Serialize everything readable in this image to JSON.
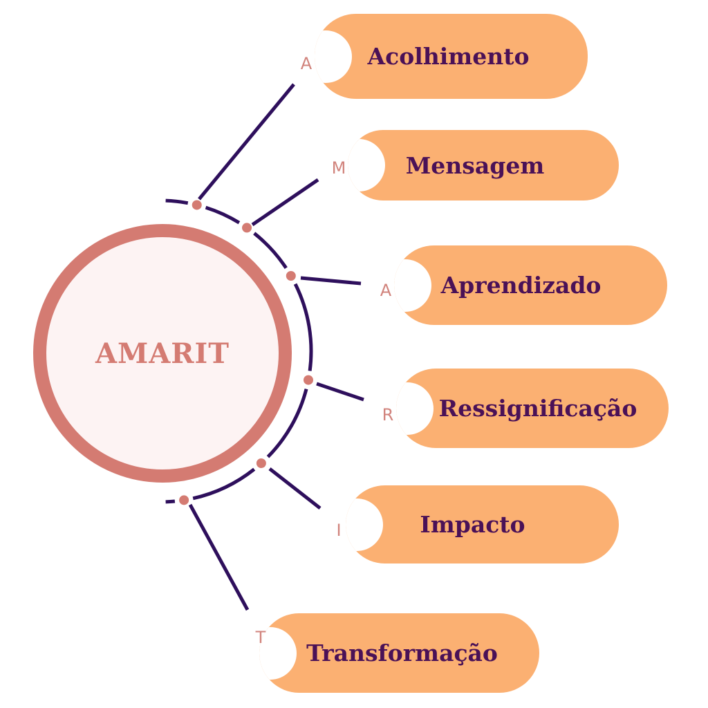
{
  "center": {
    "title": "AMARIT"
  },
  "items": [
    {
      "letter": "A",
      "label": "Acolhimento"
    },
    {
      "letter": "M",
      "label": "Mensagem"
    },
    {
      "letter": "A",
      "label": "Aprendizado"
    },
    {
      "letter": "R",
      "label": "Ressignificação"
    },
    {
      "letter": "I",
      "label": "Impacto"
    },
    {
      "letter": "T",
      "label": "Transformação"
    }
  ],
  "colors": {
    "pill": "#fbb072",
    "line": "#2e0f5c",
    "accent": "#d47b72",
    "text": "#4a1157"
  }
}
